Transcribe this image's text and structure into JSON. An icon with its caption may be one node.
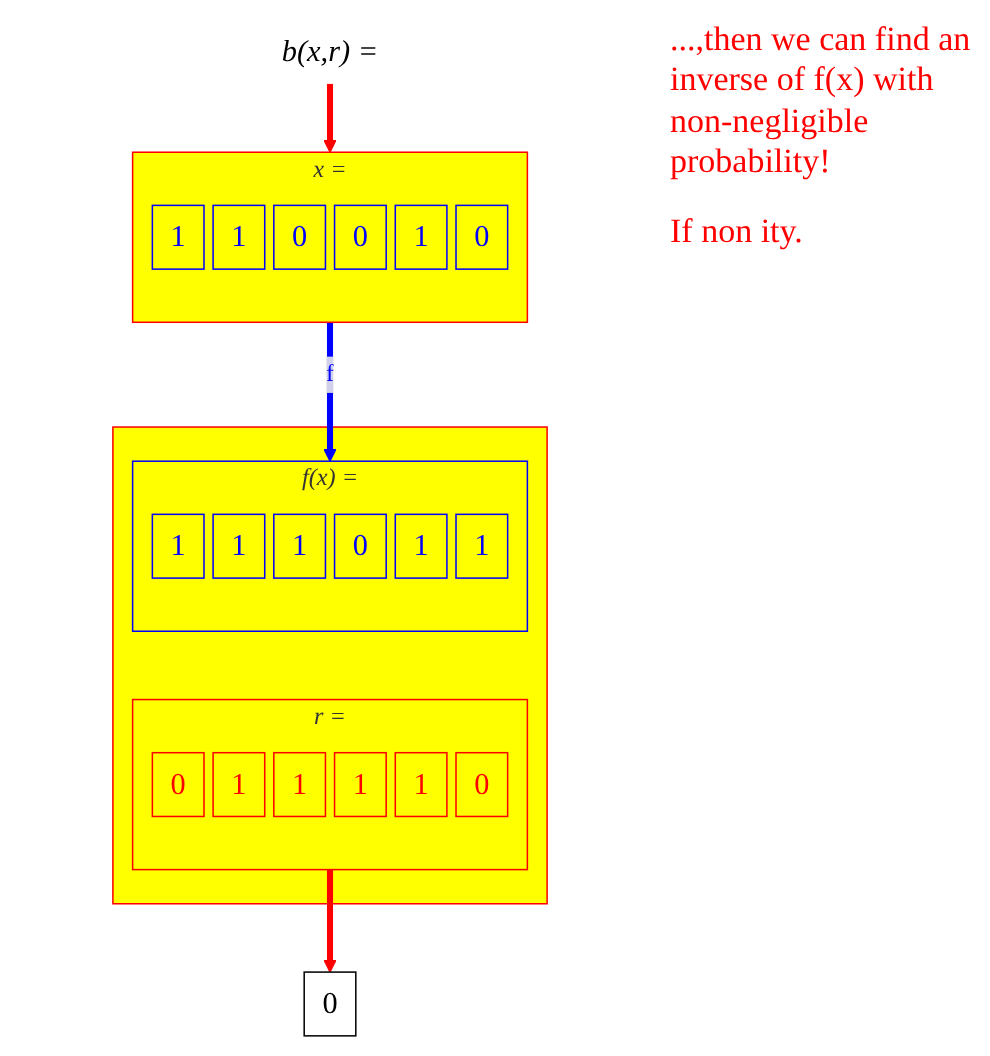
{
  "diagram": {
    "nodes": [
      {
        "text": [
          "b(x,r) ="
        ]
      },
      {
        "text": [
          "0"
        ]
      },
      {
        "text": [
          "x ="
        ]
      },
      {
        "text": [
          "1"
        ],
        "in": 2
      },
      {
        "text": [
          "1"
        ],
        "in": 2
      },
      {
        "text": [
          "0"
        ],
        "in": 2
      },
      {
        "text": [
          "0"
        ],
        "in": 2
      },
      {
        "text": [
          "1"
        ],
        "in": 2
      },
      {
        "text": [
          "0"
        ],
        "in": 2
      },
      {
        "text": [],
        "shape": "box"
      },
      {
        "text": [
          "f(x) ="
        ],
        "in": 9
      },
      {
        "text": [
          "1"
        ],
        "in": 10
      },
      {
        "text": [
          "1"
        ],
        "in": 10
      },
      {
        "text": [
          "1"
        ],
        "in": 10
      },
      {
        "text": [
          "0"
        ],
        "in": 10
      },
      {
        "text": [
          "1"
        ],
        "in": 10
      },
      {
        "text": [
          "1"
        ],
        "in": 10
      },
      {
        "text": [
          "r ="
        ],
        "in": 9
      },
      {
        "text": [
          "0"
        ],
        "in": 17
      },
      {
        "text": [
          "1"
        ],
        "in": 17
      },
      {
        "text": [
          "1"
        ],
        "in": 17
      },
      {
        "text": [
          "1"
        ],
        "in": 17
      },
      {
        "text": [
          "1"
        ],
        "in": 17
      },
      {
        "text": [
          "0"
        ],
        "in": 17
      }
    ],
    "edges": [
      {
        "from": 0,
        "to": 2,
        "arrow": "to",
        "color": "#ff0000"
      },
      {
        "from": 2,
        "to": 10,
        "arrow": "to",
        "label": "f",
        "color": "#0000ff"
      },
      {
        "from": 17,
        "to": 1,
        "arrow": "to",
        "color": "#ff0000"
      }
    ],
    "labels": [
      "...,then we can find an inverse of f(x) with non-negligible probability!",
      "If non ity."
    ]
  }
}
